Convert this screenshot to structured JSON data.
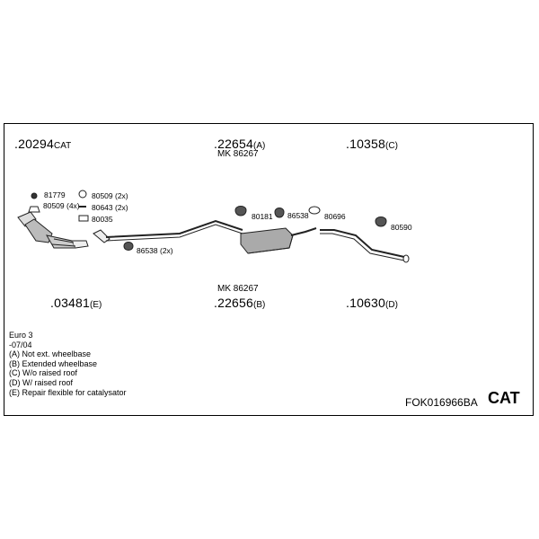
{
  "parts": {
    "p20294": {
      "number": ".20294",
      "suffix": "CAT"
    },
    "p22654": {
      "number": ".22654",
      "suffix": "(A)"
    },
    "p10358": {
      "number": ".10358",
      "suffix": "(C)"
    },
    "p03481": {
      "number": ".03481",
      "suffix": "(E)"
    },
    "p22656": {
      "number": ".22656",
      "suffix": "(B)"
    },
    "p10630": {
      "number": ".10630",
      "suffix": "(D)"
    }
  },
  "mk_top": "MK 86267",
  "mk_bottom": "MK 86267",
  "fittings": {
    "f81779": "81779",
    "f80509_4": "80509 (4x)",
    "f80509_2": "80509 (2x)",
    "f80643_2": "80643 (2x)",
    "f80035": "80035",
    "f86538_2": "86538 (2x)",
    "f80181": "80181",
    "f86538": "86538",
    "f80696": "80696",
    "f80590": "80590"
  },
  "notes": [
    "Euro 3",
    "-07/04",
    "(A) Not ext. wheelbase",
    "(B) Extended wheelbase",
    "(C) W/o raised roof",
    "(D) W/ raised roof",
    "(E) Repair flexible for catalysator"
  ],
  "kit_code": "FOK016966BA",
  "kit_type": "CAT"
}
